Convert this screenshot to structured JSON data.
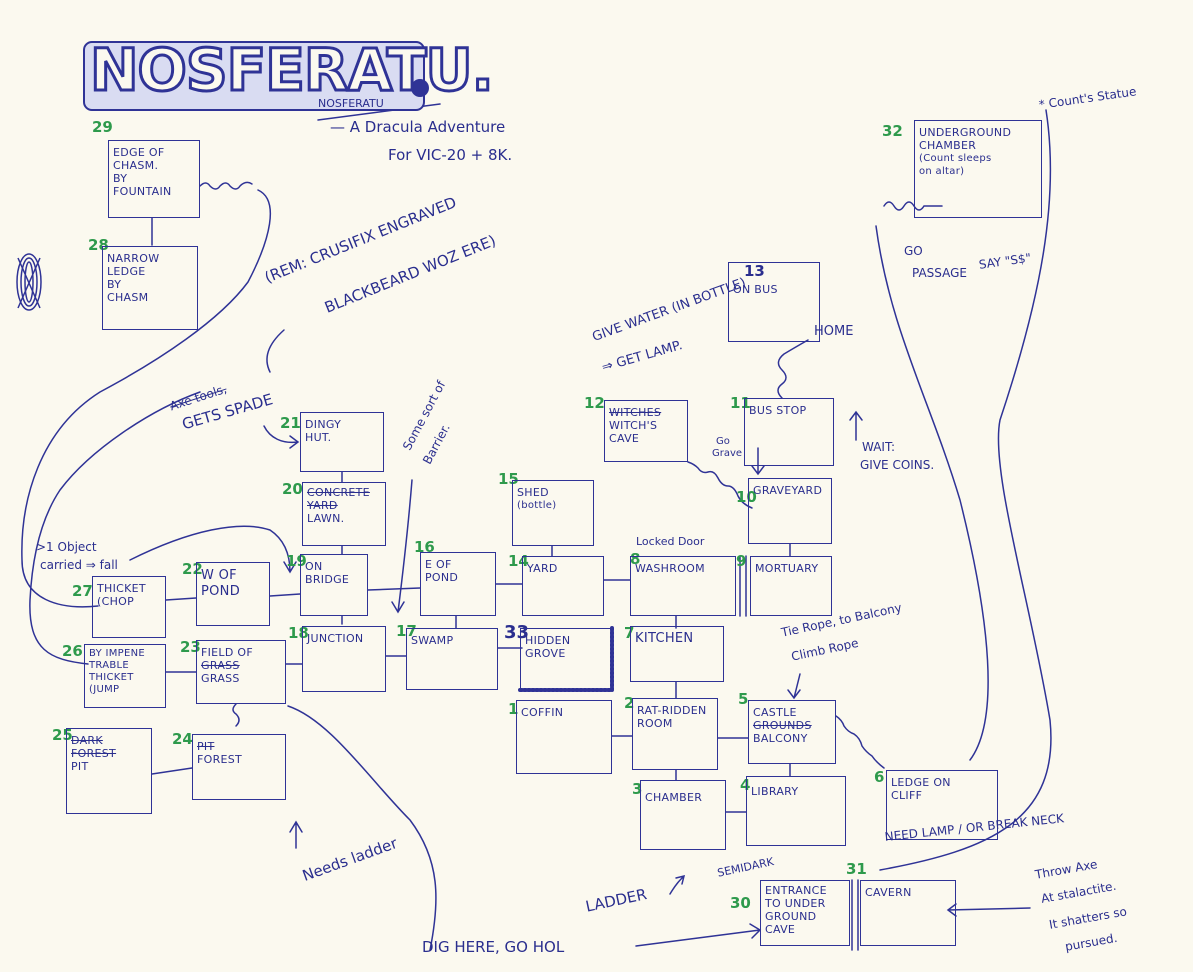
{
  "title": {
    "logo_text": "NOSFERATU.",
    "handwritten": "NOSFERATU"
  },
  "subtitle": {
    "line1": "— A Dracula Adventure",
    "line2": "For VIC-20 + 8K."
  },
  "rooms": {
    "r29": {
      "num": "29",
      "l1": "EDGE OF",
      "l2": "CHASM.",
      "l3": "BY",
      "l4": "FOUNTAIN"
    },
    "r28": {
      "num": "28",
      "l1": "NARROW",
      "l2": "LEDGE",
      "l3": "BY",
      "l4": "CHASM"
    },
    "r32": {
      "num": "32",
      "l1": "UNDERGROUND",
      "l2": "CHAMBER",
      "l3": "(Count sleeps",
      "l4": "on altar)"
    },
    "r13": {
      "num": "13",
      "l1": "ON BUS"
    },
    "r12": {
      "num": "12",
      "strike": "WITCHES",
      "l1": "WITCH'S",
      "l2": "CAVE"
    },
    "r11": {
      "num": "11",
      "l1": "BUS STOP"
    },
    "r21": {
      "num": "21",
      "l1": "DINGY",
      "l2": "HUT."
    },
    "r20": {
      "num": "20",
      "strike1": "CONCRETE",
      "strike2": "YARD",
      "l1": "LAWN."
    },
    "r15": {
      "num": "15",
      "l1": "SHED",
      "l2": "(bottle)"
    },
    "r10": {
      "num": "10",
      "l1": "GRAVEYARD"
    },
    "r27": {
      "num": "27",
      "l1": "THICKET",
      "l2": "(CHOP"
    },
    "r22": {
      "num": "22",
      "l1": "W OF",
      "l2": "POND"
    },
    "r19": {
      "num": "19",
      "l1": "ON",
      "l2": "BRIDGE"
    },
    "r16": {
      "num": "16",
      "l1": "E OF",
      "l2": "POND"
    },
    "r14": {
      "num": "14",
      "l1": "YARD"
    },
    "r8": {
      "num": "8",
      "l1": "WASHROOM"
    },
    "r9": {
      "num": "9",
      "l1": "MORTUARY"
    },
    "r26": {
      "num": "26",
      "l1": "BY IMPENE",
      "l2": "TRABLE",
      "l3": "THICKET",
      "l4": "(JUMP"
    },
    "r23": {
      "num": "23",
      "l1": "FIELD OF",
      "strike": "GRASS",
      "l2": "GRASS"
    },
    "r18": {
      "num": "18",
      "l1": "JUNCTION"
    },
    "r17": {
      "num": "17",
      "l1": "SWAMP"
    },
    "r33": {
      "num": "33",
      "l1": "HIDDEN",
      "l2": "GROVE"
    },
    "r7": {
      "num": "7",
      "l1": "KITCHEN"
    },
    "r1": {
      "num": "1",
      "l1": "COFFIN"
    },
    "r2": {
      "num": "2",
      "l1": "RAT-RIDDEN",
      "l2": "ROOM"
    },
    "r5": {
      "num": "5",
      "l1": "CASTLE",
      "strike": "GROUNDS",
      "l2": "BALCONY"
    },
    "r25": {
      "num": "25",
      "strike1": "DARK",
      "strike2": "FOREST",
      "l1": "PIT"
    },
    "r24": {
      "num": "24",
      "strike": "PIT",
      "l1": "FOREST"
    },
    "r3": {
      "num": "3",
      "l1": "CHAMBER"
    },
    "r4": {
      "num": "4",
      "l1": "LIBRARY"
    },
    "r6": {
      "num": "6",
      "l1": "LEDGE ON",
      "l2": "CLIFF"
    },
    "r30": {
      "num": "30",
      "l1": "ENTRANCE",
      "l2": "TO UNDER",
      "l3": "GROUND CAVE"
    },
    "r31": {
      "num": "31",
      "l1": "CAVERN"
    }
  },
  "notes": {
    "crucifix": "(REM: CRUSIFIX ENGRAVED",
    "blackbeard": "BLACKBEARD WOZ ERE)",
    "axe_strike": "Axe tools,",
    "gets_spade": "GETS SPADE",
    "barrier1": "Some sort of",
    "barrier2": "Barrier.",
    "give_water1": "GIVE WATER (IN BOTTLE)",
    "give_water2": "⇒ GET LAMP.",
    "home": "HOME",
    "go_grave1": "Go",
    "go_grave2": "Grave",
    "wait": "WAIT:",
    "give_coins": "GIVE COINS.",
    "locked_door": "Locked Door",
    "object1": ">1 Object",
    "object2": "carried ⇒ fall",
    "tie_rope1": "Tie Rope, to Balcony",
    "tie_rope_strike": "to",
    "tie_rope2": "Climb Rope",
    "count_statue": "* Count's Statue",
    "go": "GO",
    "passage": "PASSAGE",
    "say": "SAY \"S$\"",
    "need_lamp": "NEED LAMP / OR BREAK NECK",
    "semidark": "SEMIDARK",
    "ladder": "LADDER",
    "needs_ladder": "Needs ladder",
    "dig_here": "DIG HERE, GO HOL",
    "throw_axe1": "Throw Axe",
    "throw_axe2": "At stalactite.",
    "throw_axe3": "It shatters so",
    "throw_axe4": "pursued."
  }
}
